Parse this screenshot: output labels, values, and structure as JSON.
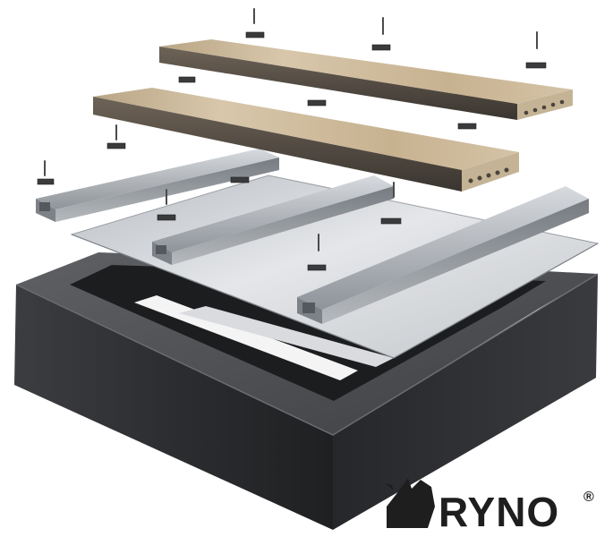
{
  "brand": {
    "name": "RYNO",
    "registered_mark": "®",
    "logo_icon": "rhino-head-icon",
    "color": "#1e1e1e"
  },
  "components": [
    {
      "id": "frame",
      "label": "",
      "color": "#2e2f31"
    },
    {
      "id": "base-sheet",
      "label": "",
      "color": "#c9ccd0"
    },
    {
      "id": "joist",
      "label": "",
      "color": "#9ea3a9"
    },
    {
      "id": "deck-board",
      "label": "",
      "color": "#cbb89c"
    },
    {
      "id": "clip-fastener",
      "label": "",
      "color": "#3a3b3d"
    },
    {
      "id": "screw",
      "label": "",
      "color": "#4a4b4d"
    }
  ]
}
